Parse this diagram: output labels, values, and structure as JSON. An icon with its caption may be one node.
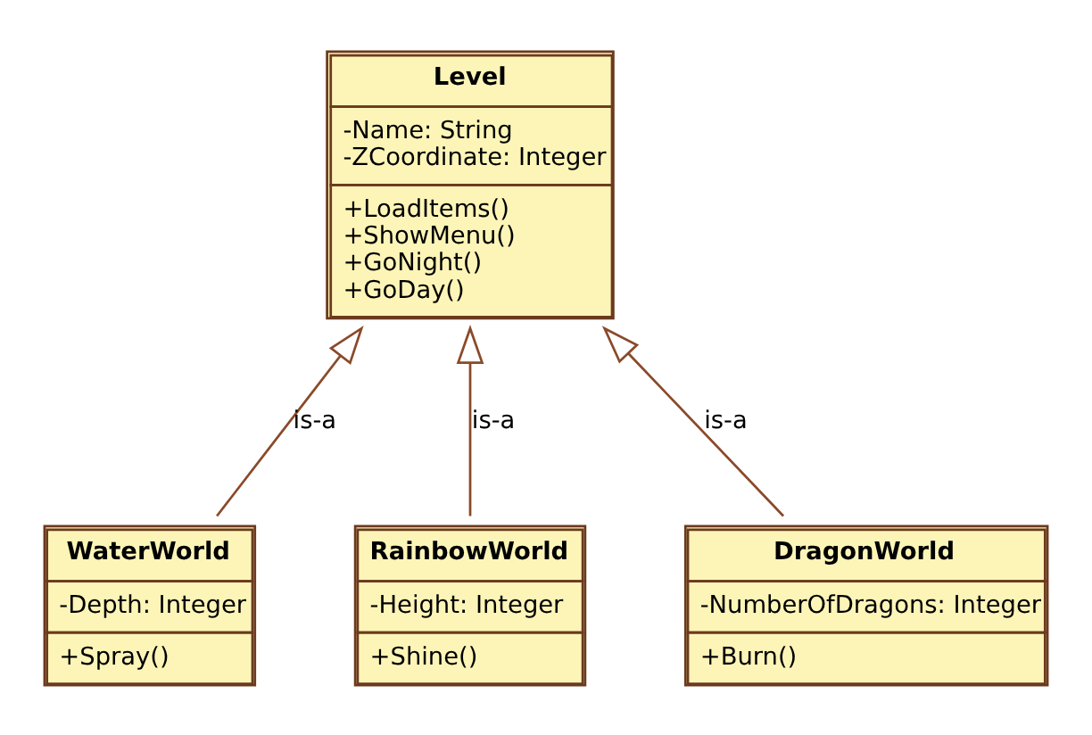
{
  "diagram": {
    "nodes": [
      {
        "text": [
          "Level",
          "-Name: String -ZCoordinate: Integer",
          "+LoadItems() +ShowMenu() +GoNight() +GoDay()"
        ]
      },
      {
        "text": [
          "WaterWorld",
          "-Depth: Integer",
          "+Spray()"
        ]
      },
      {
        "text": [
          "RainbowWorld",
          "-Height: Integer",
          "+Shine()"
        ]
      },
      {
        "text": [
          "DragonWorld",
          "-NumberOfDragons: Integer",
          "+Burn()"
        ]
      }
    ],
    "edges": [
      {
        "from": 1,
        "to": 0,
        "arrow": "to",
        "label": "is-a"
      },
      {
        "from": 2,
        "to": 0,
        "arrow": "to",
        "label": "is-a"
      },
      {
        "from": 3,
        "to": 0,
        "arrow": "to",
        "label": "is-a"
      }
    ]
  }
}
